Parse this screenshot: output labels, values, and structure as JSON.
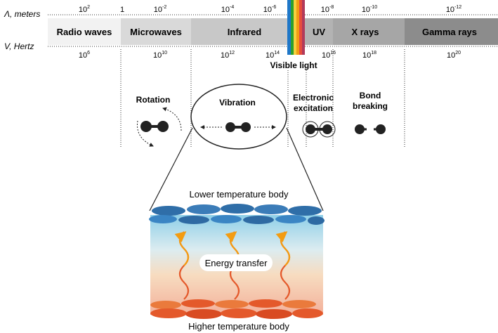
{
  "labels": {
    "wavelength": "Λ, meters",
    "frequency": "V, Hertz",
    "visible_light": "Visible light",
    "rotation": "Rotation",
    "vibration": "Vibration",
    "electronic_1": "Electronic",
    "electronic_2": "excitation",
    "bond_1": "Bond",
    "bond_2": "breaking",
    "lower_body": "Lower temperature body",
    "higher_body": "Higher temperature body",
    "energy_transfer": "Energy transfer"
  },
  "bands": {
    "radio": "Radio waves",
    "microwaves": "Microwaves",
    "infrared": "Infrared",
    "uv": "UV",
    "xrays": "X rays",
    "gamma": "Gamma rays"
  },
  "wavelength_ticks": {
    "t1": {
      "base": "10",
      "exp": "2"
    },
    "t2": {
      "base": "1",
      "exp": ""
    },
    "t3": {
      "base": "10",
      "exp": "-2"
    },
    "t4": {
      "base": "10",
      "exp": "-4"
    },
    "t5": {
      "base": "10",
      "exp": "-6"
    },
    "t6": {
      "base": "10",
      "exp": "-8"
    },
    "t7": {
      "base": "10",
      "exp": "-10"
    },
    "t8": {
      "base": "10",
      "exp": "-12"
    }
  },
  "frequency_ticks": {
    "f1": {
      "base": "10",
      "exp": "6"
    },
    "f2": {
      "base": "10",
      "exp": "10"
    },
    "f3": {
      "base": "10",
      "exp": "12"
    },
    "f4": {
      "base": "10",
      "exp": "14"
    },
    "f5": {
      "base": "10",
      "exp": "16"
    },
    "f6": {
      "base": "10",
      "exp": "18"
    },
    "f7": {
      "base": "10",
      "exp": "20"
    }
  },
  "colors": {
    "radio": "#f2f2f2",
    "microwaves": "#d9d9d9",
    "infrared": "#c8c8c8",
    "uv": "#b3b3b3",
    "xrays": "#a6a6a6",
    "gamma": "#8c8c8c",
    "spectrum": [
      "#1f77c8",
      "#2ca02c",
      "#f4d03f",
      "#f39c12",
      "#e74c3c",
      "#c0392b"
    ]
  }
}
